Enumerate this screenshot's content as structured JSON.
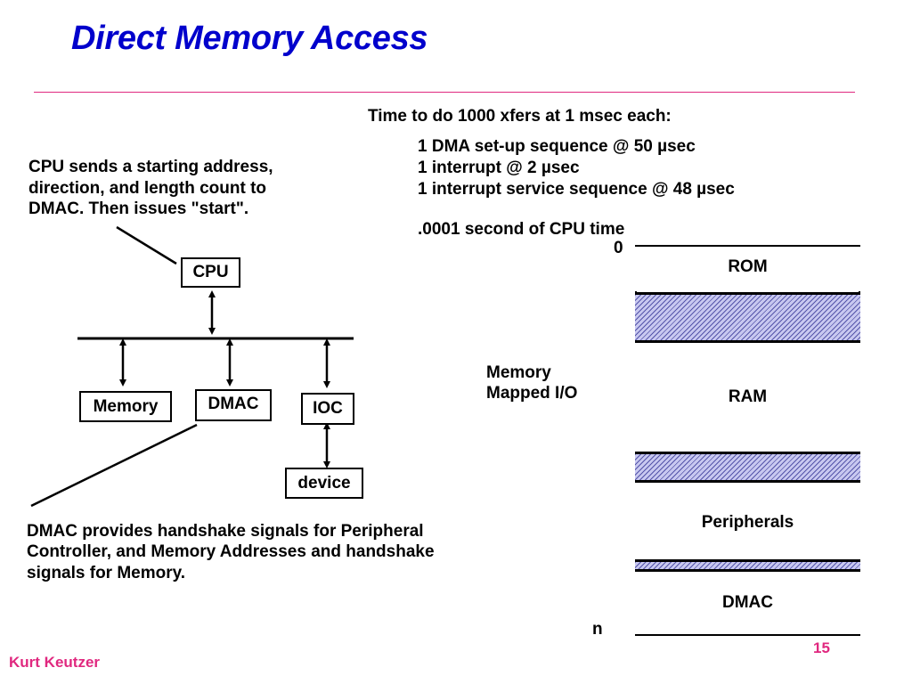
{
  "slide": {
    "title": "Direct Memory Access",
    "footer_author": "Kurt Keutzer",
    "page_number": "15",
    "accent_colors": {
      "title": "#0000cc",
      "footer": "#e0287f",
      "rule": "#e0287f",
      "hatch": "#5555aa"
    }
  },
  "timing": {
    "heading": "Time to do 1000 xfers at 1 msec each:",
    "items": [
      "1 DMA set-up sequence @ 50 µsec",
      "1 interrupt @ 2 µsec",
      "1 interrupt service sequence @ 48 µsec"
    ],
    "total": ".0001 second of CPU time"
  },
  "cpu_note": {
    "lines": [
      "CPU sends a starting address,",
      "direction,  and length count to",
      "DMAC. Then issues \"start\"."
    ]
  },
  "dmac_note": {
    "lines": [
      "DMAC provides handshake signals for Peripheral",
      "Controller, and Memory Addresses and handshake",
      "signals for Memory."
    ]
  },
  "block_diagram": {
    "cpu": "CPU",
    "memory": "Memory",
    "dmac": "DMAC",
    "ioc": "IOC",
    "device": "device"
  },
  "memory_map": {
    "side_label": [
      "Memory",
      "Mapped I/O"
    ],
    "start_label": "0",
    "end_label": "n",
    "regions": [
      {
        "label": "ROM",
        "type": "region"
      },
      {
        "label": "",
        "type": "hatched"
      },
      {
        "label": "RAM",
        "type": "region"
      },
      {
        "label": "",
        "type": "hatched"
      },
      {
        "label": "Peripherals",
        "type": "region"
      },
      {
        "label": "",
        "type": "hatched"
      },
      {
        "label": "DMAC",
        "type": "region"
      }
    ]
  }
}
